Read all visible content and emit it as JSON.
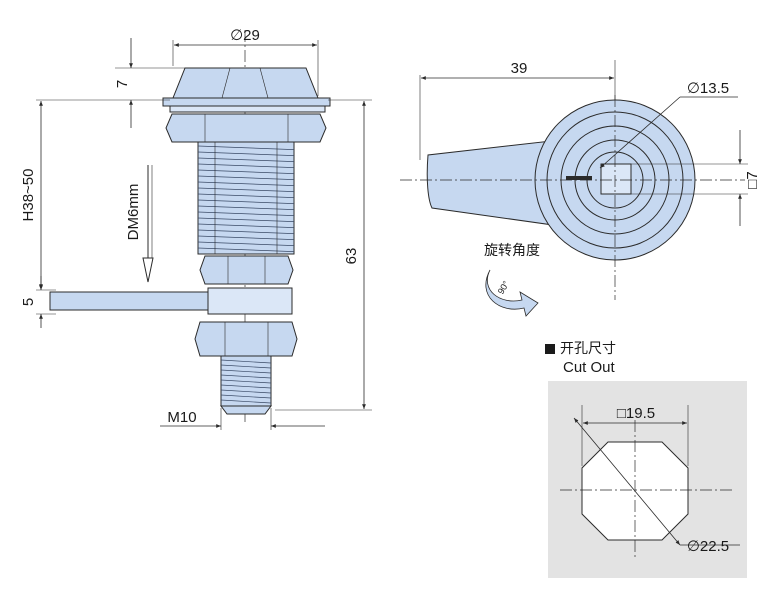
{
  "dimensions": {
    "diameter_top": "∅29",
    "head_height": "7",
    "h_range": "H38~50",
    "drive": "DM6mm",
    "cam_thickness": "5",
    "overall": "63",
    "thread": "M10",
    "cam_length": "39",
    "diameter_cam": "∅13.5",
    "square_drive": "□7"
  },
  "rotation_label": "旋转角度",
  "rotation_angle": "90°",
  "cutout": {
    "title_cn": "开孔尺寸",
    "title_en": "Cut Out",
    "square": "□19.5",
    "diameter": "∅22.5"
  },
  "colors": {
    "part_fill": "#c6d8f0",
    "panel_fill": "#e3e3e3",
    "line": "#2b2b2b"
  }
}
